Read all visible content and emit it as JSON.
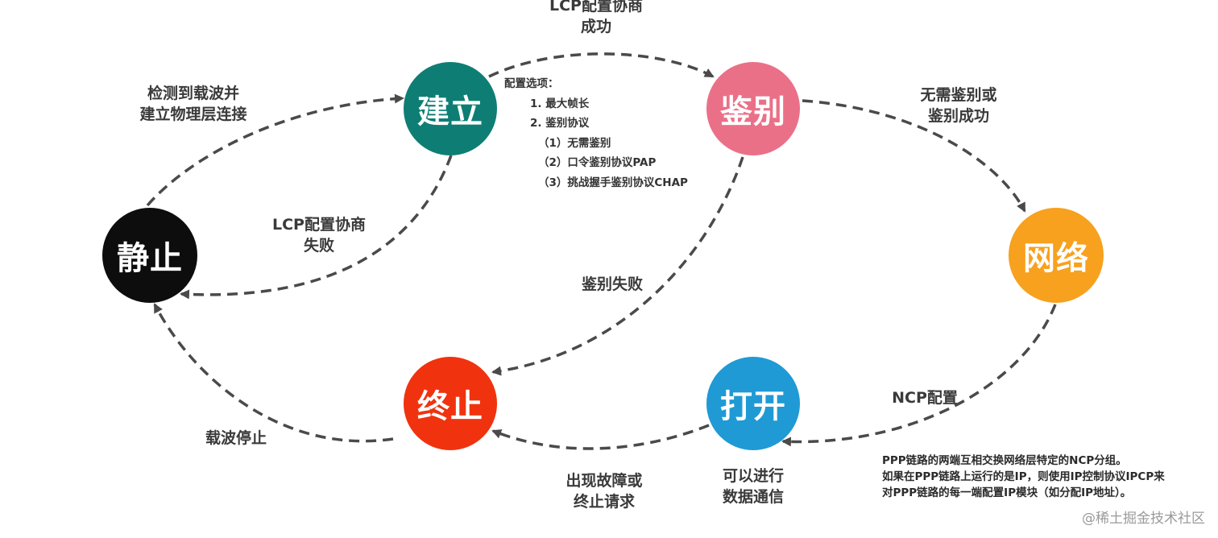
{
  "nodes": {
    "static": {
      "label": "静止",
      "color": "#0d0d0d"
    },
    "establish": {
      "label": "建立",
      "color": "#0e7e74"
    },
    "auth": {
      "label": "鉴别",
      "color": "#ea7088"
    },
    "network": {
      "label": "网络",
      "color": "#f7a11e"
    },
    "open": {
      "label": "打开",
      "color": "#1f9ad4"
    },
    "terminate": {
      "label": "终止",
      "color": "#f0330e"
    }
  },
  "edges": {
    "static_to_establish": [
      "检测到载波并",
      "建立物理层连接"
    ],
    "lcp_success": [
      "LCP配置协商",
      "成功"
    ],
    "lcp_fail": [
      "LCP配置协商",
      "失败"
    ],
    "auth_ok": [
      "无需鉴别或",
      "鉴别成功"
    ],
    "auth_fail": [
      "鉴别失败"
    ],
    "ncp": [
      "NCP配置"
    ],
    "open_comm": [
      "可以进行",
      "数据通信"
    ],
    "fault": [
      "出现故障或",
      "终止请求"
    ],
    "carrier_stop": [
      "载波停止"
    ]
  },
  "options": [
    "配置选项：",
    "1. 最大帧长",
    "2. 鉴别协议",
    "（1）无需鉴别",
    "（2）口令鉴别协议PAP",
    "（3）挑战握手鉴别协议CHAP"
  ],
  "note": [
    "PPP链路的两端互相交换网络层特定的NCP分组。",
    "如果在PPP链路上运行的是IP，则使用IP控制协议IPCP来",
    "对PPP链路的每一端配置IP模块（如分配IP地址）。"
  ],
  "watermark": "@稀土掘金技术社区",
  "colors": {
    "arrow": "#4a4a4a"
  }
}
